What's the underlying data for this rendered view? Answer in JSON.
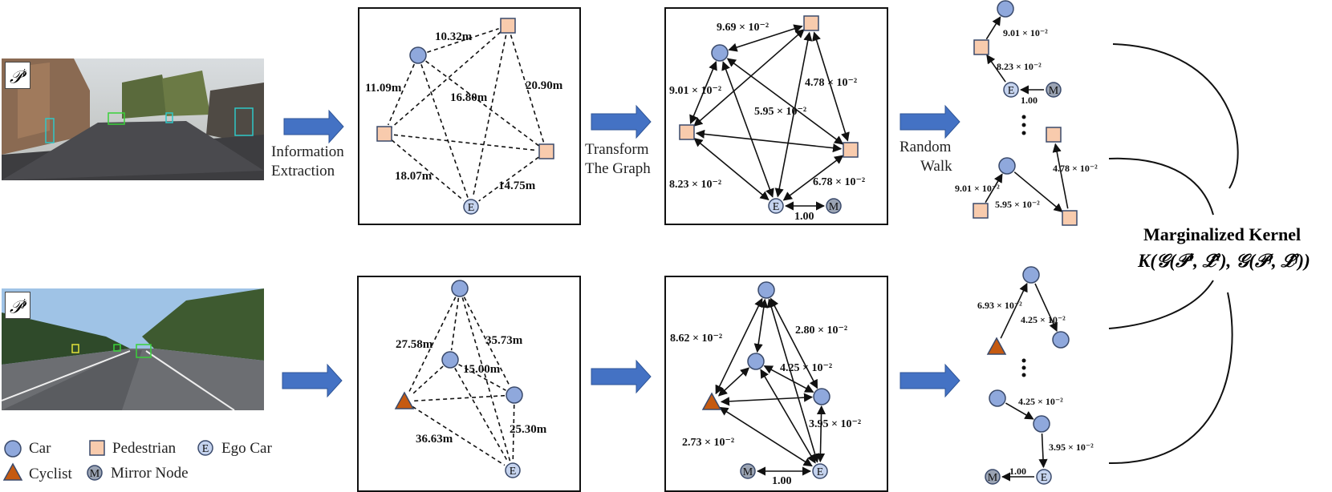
{
  "photos": [
    {
      "label": "𝒫",
      "label_sup": "i"
    },
    {
      "label": "𝒫",
      "label_sup": "j"
    }
  ],
  "arrow_captions": {
    "information_extraction": [
      "Information",
      "Extraction"
    ],
    "transform_graph": [
      "Transform",
      "The Graph"
    ],
    "random_walk": [
      "Random",
      "Walk"
    ]
  },
  "legend": {
    "car": "Car",
    "pedestrian": "Pedestrian",
    "ego_car": "Ego Car",
    "cyclist": "Cyclist",
    "mirror_node": "Mirror Node",
    "ego_symbol": "E",
    "mirror_symbol": "M"
  },
  "kernel": {
    "title": "Marginalized Kernel",
    "formula": "K(𝒢(𝒫ⁱ, ℒ̂ⁱ), 𝒢(𝒫ʲ, ℒ̂ʲ))"
  },
  "graphs": {
    "top_distance": {
      "labels": [
        "10.32m",
        "11.09m",
        "16.80m",
        "20.90m",
        "18.07m",
        "14.75m"
      ]
    },
    "top_transformed": {
      "labels": [
        "9.69 × 10⁻²",
        "9.01 × 10⁻²",
        "5.95 × 10⁻²",
        "4.78 × 10⁻²",
        "8.23 × 10⁻²",
        "6.78 × 10⁻²",
        "1.00"
      ]
    },
    "top_walks": {
      "labels": [
        "9.01 × 10⁻²",
        "8.23 × 10⁻²",
        "1.00",
        "4.78 × 10⁻²",
        "9.01 × 10⁻²",
        "5.95 × 10⁻²"
      ]
    },
    "bottom_distance": {
      "labels": [
        "27.58m",
        "35.73m",
        "15.00m",
        "25.30m",
        "36.63m"
      ]
    },
    "bottom_transformed": {
      "labels": [
        "8.62 × 10⁻²",
        "2.80 × 10⁻²",
        "4.25 × 10⁻²",
        "3.95 × 10⁻²",
        "2.73 × 10⁻²",
        "1.00"
      ]
    },
    "bottom_walks": {
      "labels": [
        "6.93 × 10⁻²",
        "4.25 × 10⁻²",
        "4.25 × 10⁻²",
        "3.95 × 10⁻²",
        "1.00"
      ]
    }
  },
  "colors": {
    "car": "#8fa8dc",
    "pedestrian": "#f8cbad",
    "cyclist": "#c55a11",
    "ego": "#c5d3ee",
    "mirror": "#9aa3b3",
    "flow_arrow": "#4472c4",
    "stroke": "#3a4a6b"
  }
}
